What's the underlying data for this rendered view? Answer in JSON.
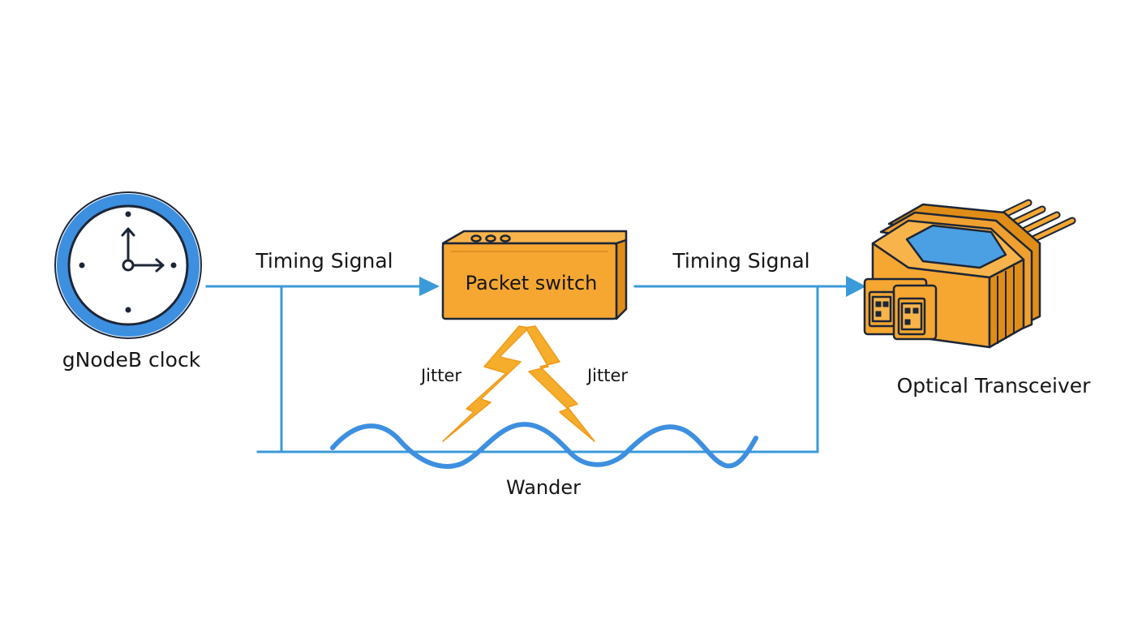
{
  "nodes": {
    "source": {
      "label": "gNodeB clock"
    },
    "switch": {
      "label": "Packet switch"
    },
    "sink": {
      "label": "Optical Transceiver"
    }
  },
  "links": {
    "upstream": {
      "label": "Timing Signal"
    },
    "downstream": {
      "label": "Timing Signal"
    }
  },
  "impairments": {
    "jitter_left": "Jitter",
    "jitter_right": "Jitter",
    "wander": "Wander"
  },
  "colors": {
    "signal_blue": "#3b9ad9",
    "clock_blue": "#3d8fe0",
    "orange": "#f5a732",
    "orange_dark": "#e08d17",
    "jitter_orange": "#f6ad2c",
    "outline": "#1d2636",
    "screen_blue": "#4b9fe3"
  }
}
